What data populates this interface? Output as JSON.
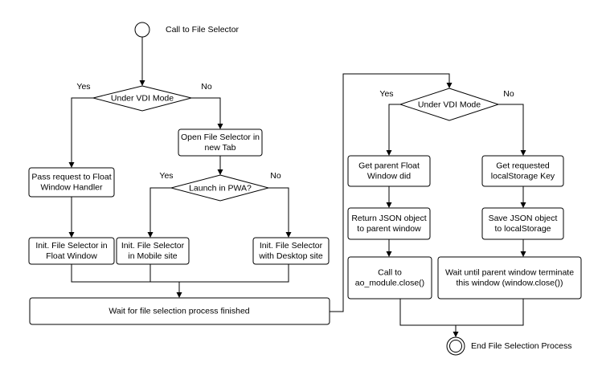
{
  "nodes": {
    "start": {
      "type": "start"
    },
    "start_label": {
      "lines": [
        "Call to File Selector"
      ]
    },
    "d_vdi_left": {
      "type": "decision",
      "lines": [
        "Under VDI Mode"
      ]
    },
    "yes_vdi_left": {
      "lines": [
        "Yes"
      ]
    },
    "no_vdi_left": {
      "lines": [
        "No"
      ]
    },
    "pass_request": {
      "type": "process",
      "lines": [
        "Pass request to Float",
        "Window Handler"
      ]
    },
    "open_new_tab": {
      "type": "process",
      "lines": [
        "Open File Selector in",
        "new Tab"
      ]
    },
    "d_pwa": {
      "type": "decision",
      "lines": [
        "Launch in PWA?"
      ]
    },
    "yes_pwa": {
      "lines": [
        "Yes"
      ]
    },
    "no_pwa": {
      "lines": [
        "No"
      ]
    },
    "init_float": {
      "type": "process",
      "lines": [
        "Init. File Selector in",
        "Float Window"
      ]
    },
    "init_mobile": {
      "type": "process",
      "lines": [
        "Init. File Selector",
        "in Mobile site"
      ]
    },
    "init_desktop": {
      "type": "process",
      "lines": [
        "Init. File Selector",
        "with Desktop site"
      ]
    },
    "wait_finished": {
      "type": "process",
      "lines": [
        "Wait for file selection process finished"
      ]
    },
    "d_vdi_right": {
      "type": "decision",
      "lines": [
        "Under VDI Mode"
      ]
    },
    "yes_vdi_right": {
      "lines": [
        "Yes"
      ]
    },
    "no_vdi_right": {
      "lines": [
        "No"
      ]
    },
    "get_parent_float": {
      "type": "process",
      "lines": [
        "Get parent Float",
        "Window did"
      ]
    },
    "get_localstorage_key": {
      "type": "process",
      "lines": [
        "Get requested",
        "localStorage Key"
      ]
    },
    "return_json": {
      "type": "process",
      "lines": [
        "Return JSON object",
        "to parent window"
      ]
    },
    "save_json": {
      "type": "process",
      "lines": [
        "Save JSON object",
        "to localStorage"
      ]
    },
    "call_close": {
      "type": "process",
      "lines": [
        "Call to",
        "ao_module.close()"
      ]
    },
    "wait_terminate": {
      "type": "process",
      "lines": [
        "Wait until parent window terminate",
        "this window (window.close())"
      ]
    },
    "end": {
      "type": "end"
    },
    "end_label": {
      "lines": [
        "End File Selection Process"
      ]
    }
  }
}
